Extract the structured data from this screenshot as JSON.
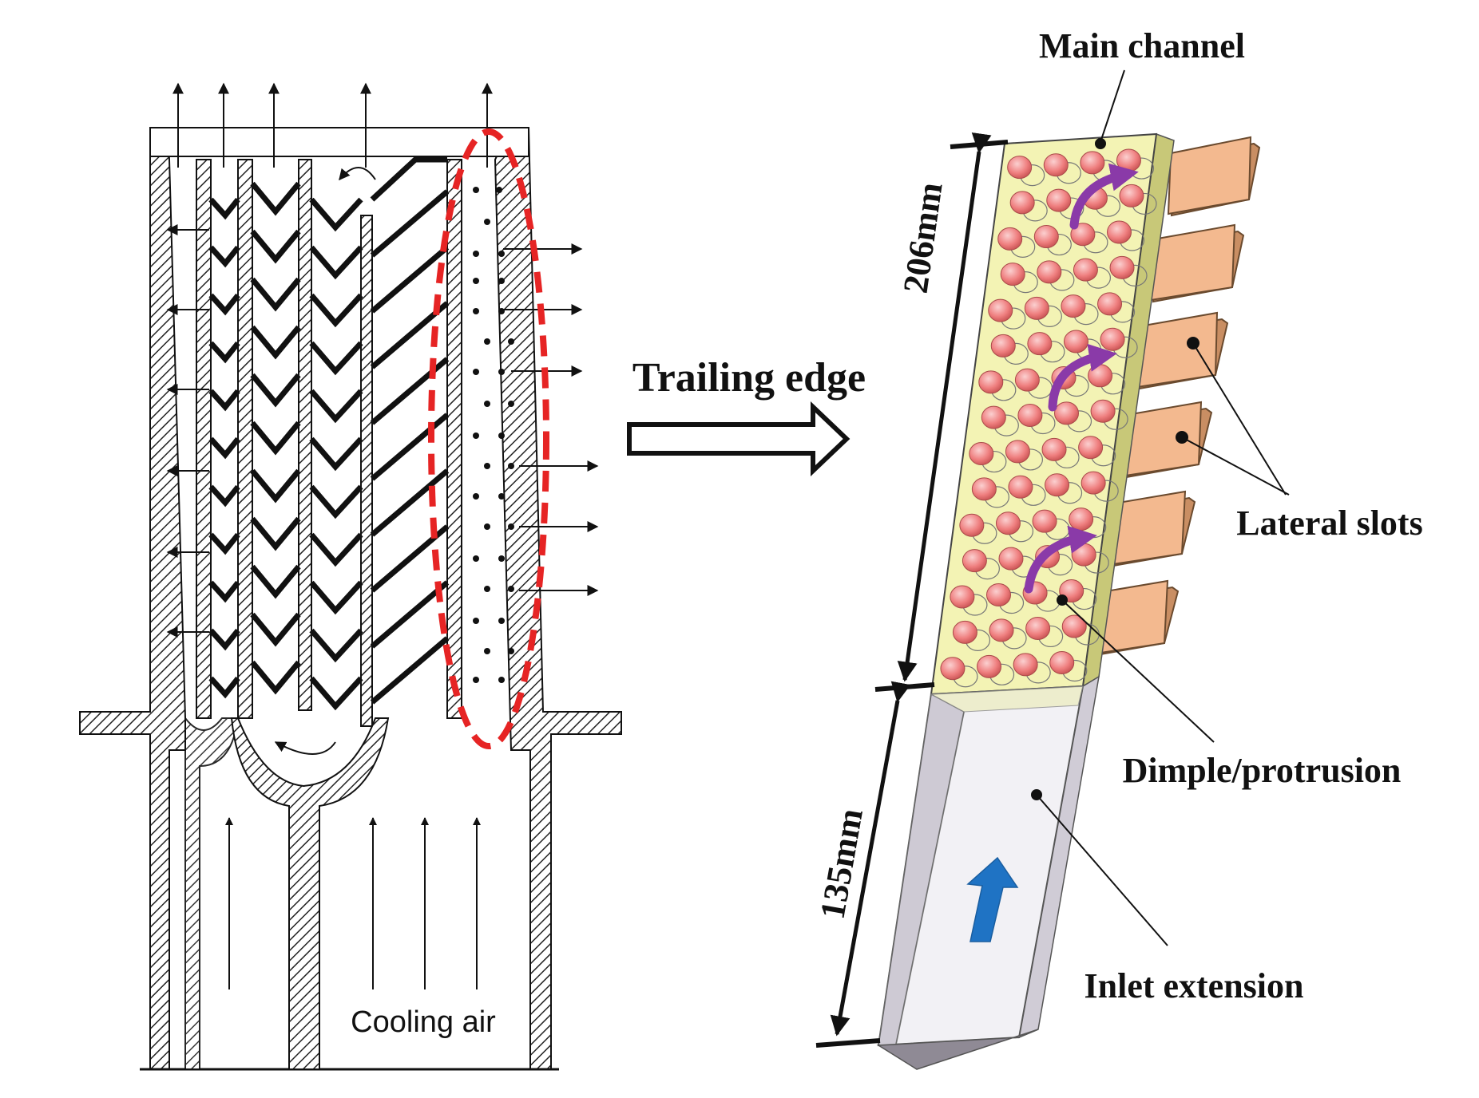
{
  "labels": {
    "trailing_edge": "Trailing edge",
    "cooling_air": "Cooling air",
    "main_channel": "Main channel",
    "lateral_slots": "Lateral slots",
    "dimple_protrusion": "Dimple/protrusion",
    "inlet_extension": "Inlet extension",
    "dim_main": "206mm",
    "dim_inlet": "135mm"
  },
  "colors": {
    "main_channel_fill": "#f3f3b4",
    "dimple": "#ef7f7f",
    "slot": "#f3b98f",
    "flow_arrow_main": "#8a3aa8",
    "flow_arrow_inlet": "#1f73c4",
    "highlight": "#e62424",
    "ink": "#111111"
  },
  "icons": {
    "big_arrow": "hollow-right-arrow-icon"
  }
}
